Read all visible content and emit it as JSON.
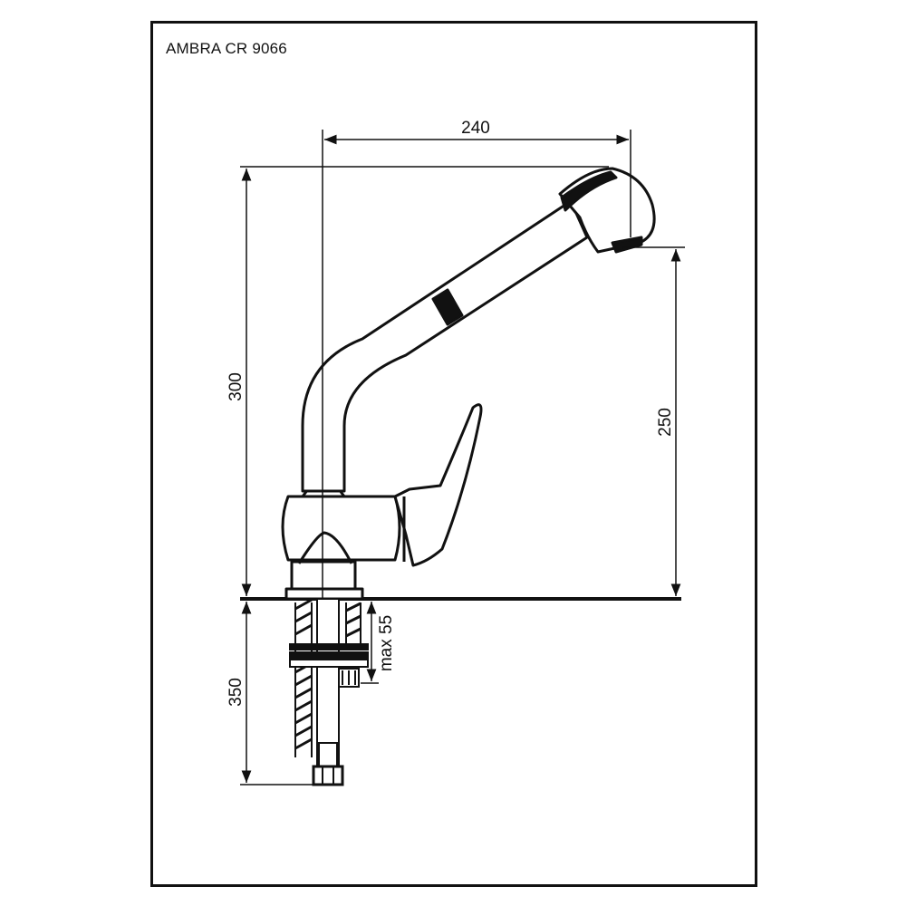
{
  "drawing": {
    "title": "AMBRA CR 9066",
    "dimensions": {
      "width_top": "240",
      "height_total": "300",
      "spout_clearance": "250",
      "below_counter": "350",
      "max_counter_thickness": "max 55"
    }
  }
}
